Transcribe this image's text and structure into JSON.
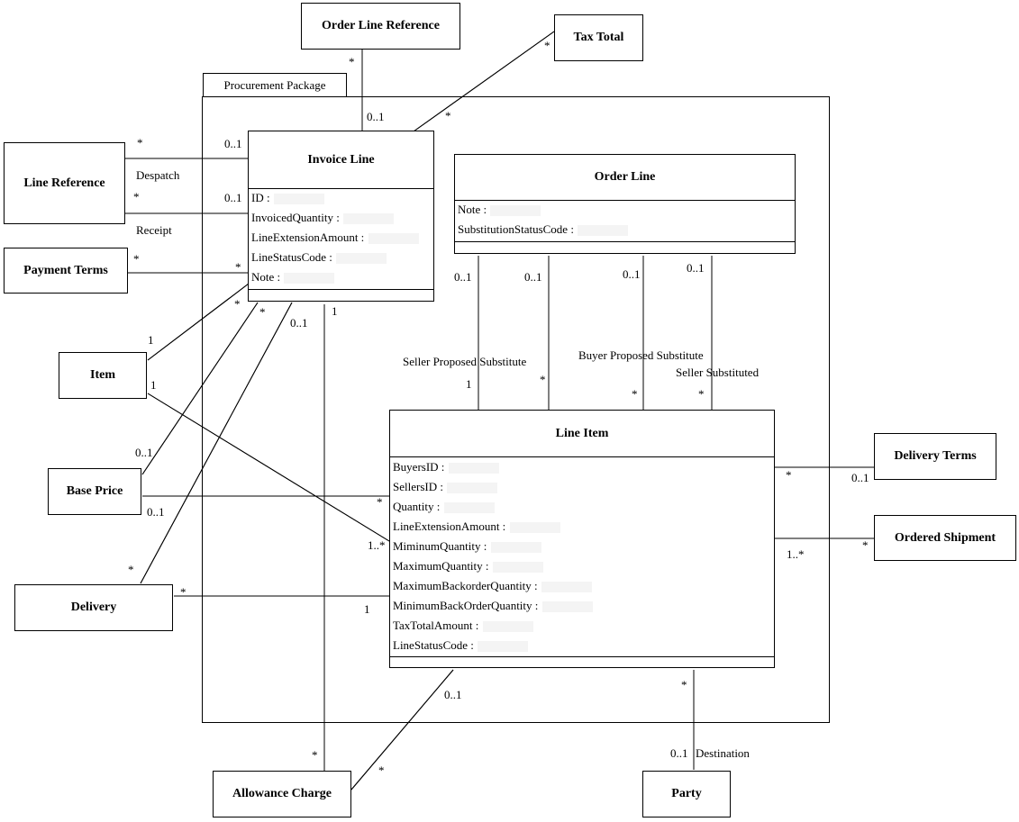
{
  "package": {
    "name": "Procurement Package"
  },
  "classes": {
    "invoice_line": {
      "name": "Invoice Line",
      "attributes": [
        "ID : ",
        "InvoicedQuantity : ",
        "LineExtensionAmount : ",
        "LineStatusCode : ",
        "Note : "
      ]
    },
    "order_line": {
      "name": "Order Line",
      "attributes": [
        "Note : ",
        "SubstitutionStatusCode : "
      ]
    },
    "line_item": {
      "name": "Line Item",
      "attributes": [
        "BuyersID : ",
        "SellersID : ",
        "Quantity : ",
        "LineExtensionAmount : ",
        "MiminumQuantity : ",
        "MaximumQuantity : ",
        "MaximumBackorderQuantity : ",
        "MinimumBackOrderQuantity : ",
        "TaxTotalAmount : ",
        "LineStatusCode : "
      ]
    }
  },
  "external": {
    "order_line_reference": "Order Line Reference",
    "tax_total": "Tax Total",
    "line_reference": "Line Reference",
    "payment_terms": "Payment Terms",
    "item": "Item",
    "base_price": "Base Price",
    "delivery": "Delivery",
    "allowance_charge": "Allowance Charge",
    "party": "Party",
    "delivery_terms": "Delivery Terms",
    "ordered_shipment": "Ordered Shipment"
  },
  "roles": {
    "despatch": "Despatch",
    "receipt": "Receipt",
    "seller_proposed_substitute": "Seller Proposed Substitute",
    "buyer_proposed_substitute": "Buyer Proposed Substitute",
    "seller_substituted": "Seller Substituted",
    "destination": "Destination"
  },
  "multiplicities": {
    "olr_star": "*",
    "olr_01": "0..1",
    "tax_star_top": "*",
    "tax_star_bottom": "*",
    "lr_despatch_star": "*",
    "lr_despatch_01": "0..1",
    "lr_receipt_star": "*",
    "lr_receipt_01": "0..1",
    "pt_star_left": "*",
    "pt_star_right": "*",
    "item_il_1": "1",
    "item_il_star": "*",
    "bp_il_01": "0..1",
    "bp_il_star": "*",
    "del_il_01": "0..1",
    "del_il_star": "*",
    "ac_il_1": "1",
    "item_li_1": "1",
    "item_li_many": "1..*",
    "bp_li_01": "0..1",
    "bp_li_star": "*",
    "del_li_star": "*",
    "del_li_1": "1",
    "ac_star": "*",
    "sub1_01": "0..1",
    "sub1_1": "1",
    "sub2_01": "0..1",
    "sub2_star": "*",
    "sub3_01": "0..1",
    "sub3_star": "*",
    "sub4_01": "0..1",
    "sub4_star": "*",
    "dt_star": "*",
    "dt_01": "0..1",
    "os_many": "1..*",
    "os_star": "*",
    "ac_li_01": "0..1",
    "ac_li_star": "*",
    "party_star": "*",
    "party_01": "0..1"
  }
}
